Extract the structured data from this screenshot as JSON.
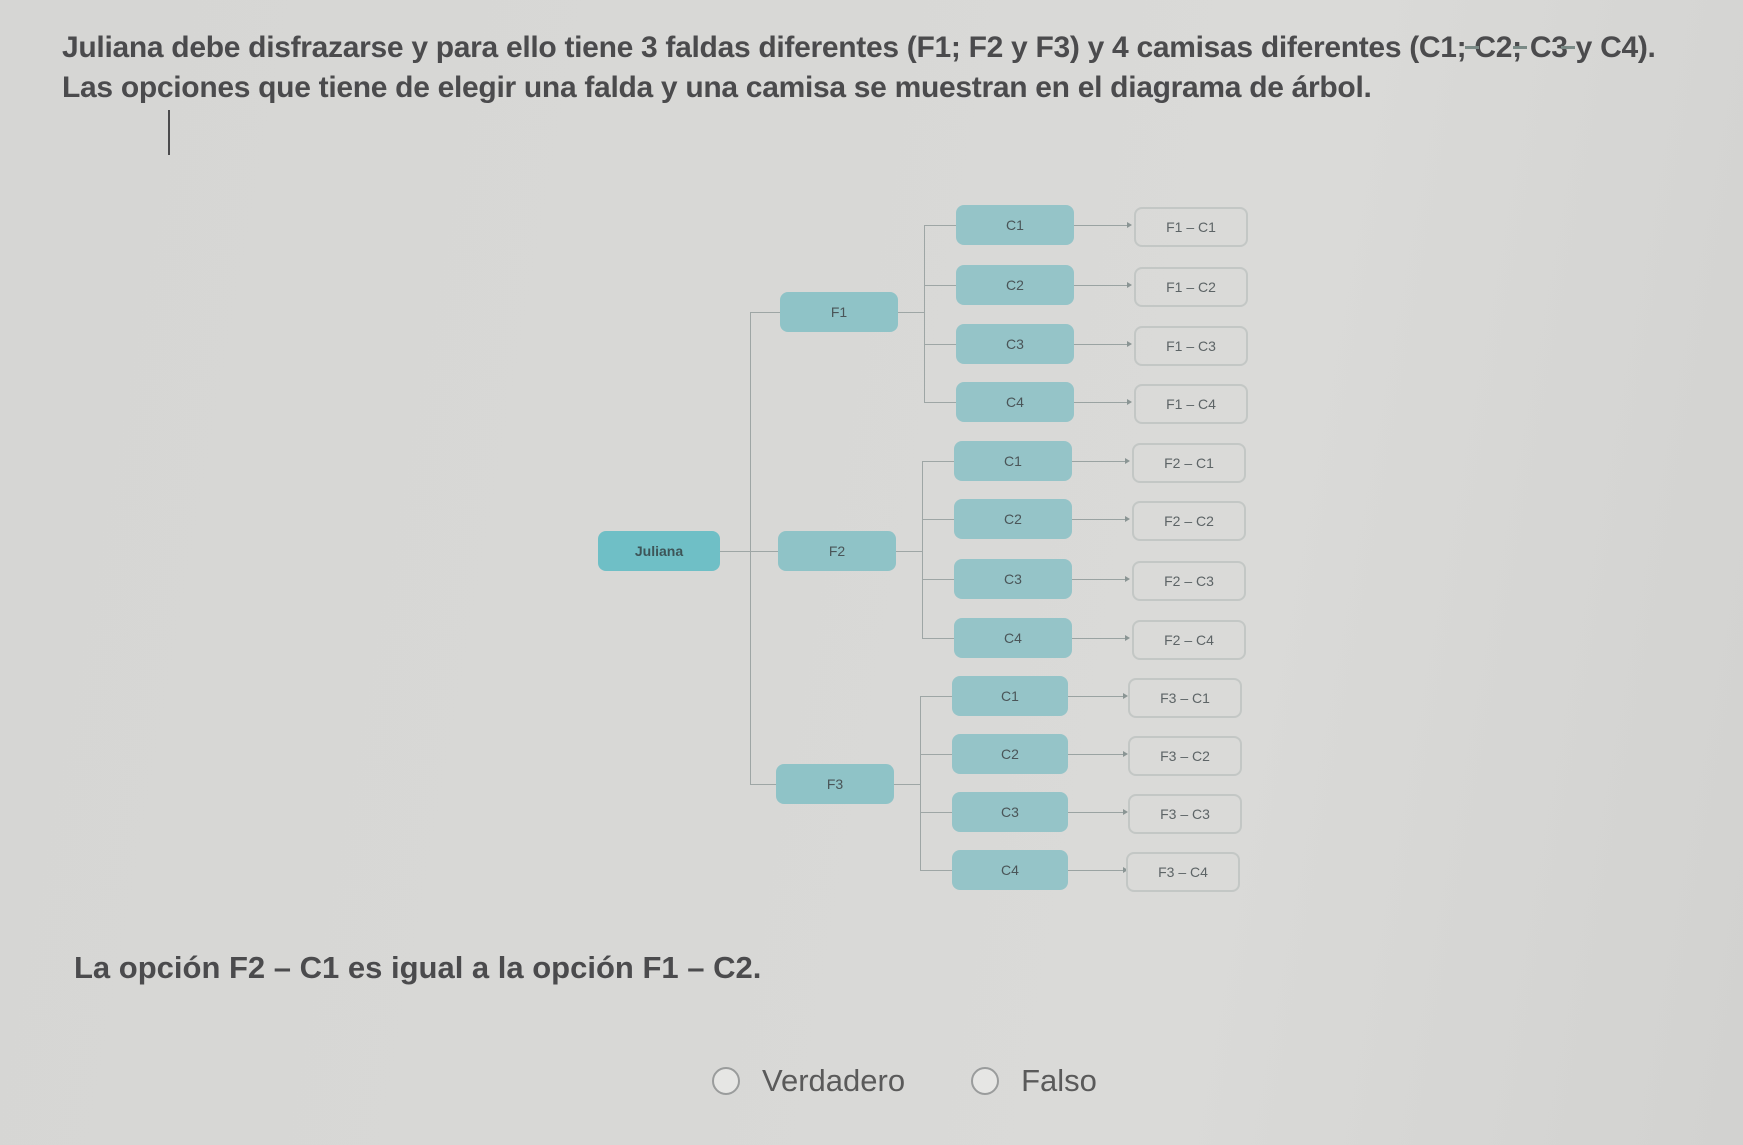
{
  "question": {
    "intro": "Juliana debe disfrazarse y para ello tiene 3 faldas diferentes (F1; F2 y F3) y 4 camisas diferentes (C1; C2; C3 y C4). Las opciones que tiene de elegir una falda y una camisa se muestran en el diagrama de árbol.",
    "statement": "La opción F2 – C1 es igual a la opción F1 – C2."
  },
  "tree": {
    "root": "Juliana",
    "skirts": [
      {
        "label": "F1",
        "shirts": [
          "C1",
          "C2",
          "C3",
          "C4"
        ],
        "results": [
          "F1 – C1",
          "F1 – C2",
          "F1 – C3",
          "F1 – C4"
        ]
      },
      {
        "label": "F2",
        "shirts": [
          "C1",
          "C2",
          "C3",
          "C4"
        ],
        "results": [
          "F2 – C1",
          "F2 – C2",
          "F2 – C3",
          "F2 – C4"
        ]
      },
      {
        "label": "F3",
        "shirts": [
          "C1",
          "C2",
          "C3",
          "C4"
        ],
        "results": [
          "F3 – C1",
          "F3 – C2",
          "F3 – C3",
          "F3 – C4"
        ]
      }
    ]
  },
  "answers": {
    "options": [
      {
        "label": "Verdadero",
        "selected": false
      },
      {
        "label": "Falso",
        "selected": false
      }
    ]
  },
  "colors": {
    "root": "#6fbfc6",
    "skirt": "#8fc3c7",
    "shirt": "#95c4c8",
    "leaf_border": "#c3c7c5",
    "text": "#4b4b4d"
  }
}
